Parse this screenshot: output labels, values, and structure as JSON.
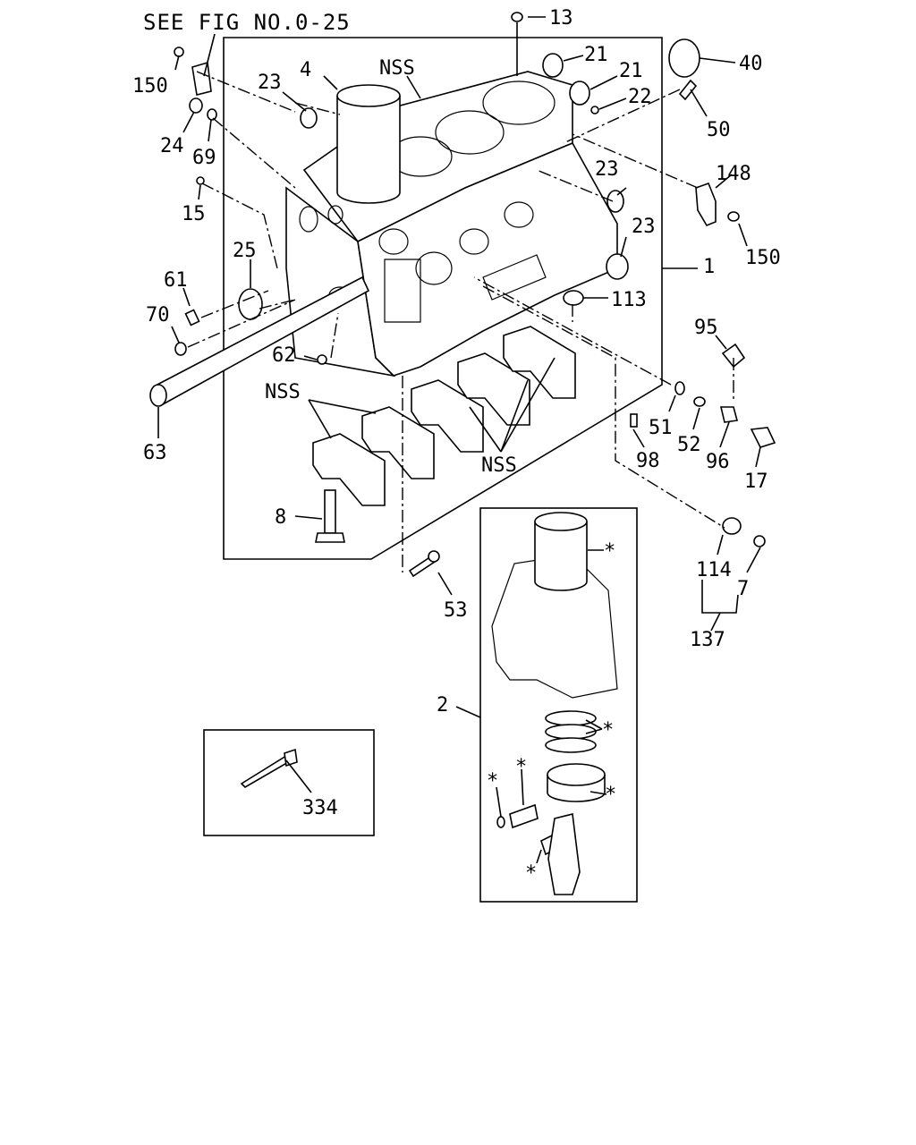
{
  "title": "SEE FIG NO.0-25",
  "labels": {
    "n13": "13",
    "n21a": "21",
    "n21b": "21",
    "n22": "22",
    "n40": "40",
    "n50": "50",
    "n148": "148",
    "n150a": "150",
    "n150b": "150",
    "n23a": "23",
    "n23b": "23",
    "n23c": "23",
    "n4": "4",
    "nss1": "NSS",
    "nss2": "NSS",
    "nss3": "NSS",
    "n24": "24",
    "n69": "69",
    "n15": "15",
    "n25": "25",
    "n61": "61",
    "n70": "70",
    "n62": "62",
    "n63": "63",
    "n1": "1",
    "n113": "113",
    "n95": "95",
    "n51": "51",
    "n52": "52",
    "n96": "96",
    "n17": "17",
    "n98": "98",
    "n8": "8",
    "n53": "53",
    "n114": "114",
    "n7": "7",
    "n137": "137",
    "n2": "2",
    "n334": "334",
    "ast1": "*",
    "ast2": "*",
    "ast3": "*",
    "ast4": "*",
    "ast5": "*",
    "ast6": "*"
  }
}
